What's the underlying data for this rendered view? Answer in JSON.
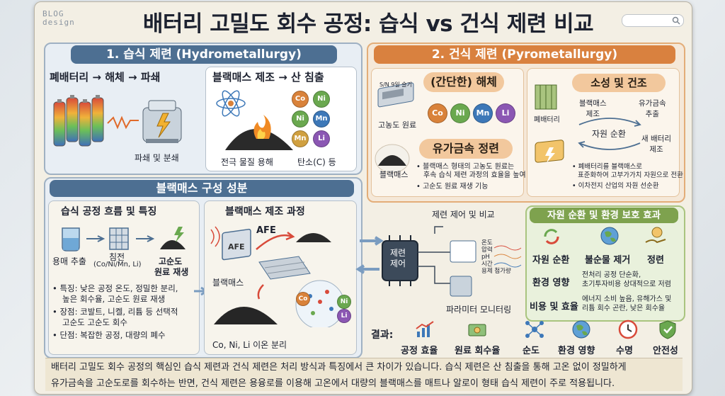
{
  "logo": {
    "line1": "BLOG",
    "line2": "design"
  },
  "title": "배터리 고밀도 회수 공정: 습식 vs 건식 제련 비교",
  "wet": {
    "header": "1. 습식 제련 (Hydrometallurgy)",
    "step1_title": "폐배터리 → 해체 → 파쇄",
    "step1_caption": "파쇄 및 분쇄",
    "step2_title": "블랙매스 제조 → 산 침출",
    "step2_caption1": "전극 물질 용해",
    "step2_caption2": "탄소(C) 등",
    "chips": [
      "Co",
      "Ni",
      "Ni",
      "Mn",
      "Mn",
      "Li"
    ]
  },
  "composition": {
    "header": "블랙매스 구성 성분",
    "flow": {
      "header": "습식 공정 흐름 및 특징",
      "s1": "용매 추출",
      "s2": "침전",
      "s2_sub": "(Co/Ni/Mn, Li)",
      "s3_l1": "고순도",
      "s3_l2": "원료 재생",
      "bullets": [
        "• 특징: 낮은 공정 온도, 정밀한 분리,",
        "높은 회수율, 고순도 원료 재생",
        "• 장점: 코발트, 니켈, 리튬 등 선택적",
        "고순도 고순도 회수",
        "• 단점: 복잡한 공정, 대량의 폐수"
      ]
    },
    "process": {
      "header": "블랙매스 제조 과정",
      "afe1": "AFE",
      "afe2": "AFE",
      "label_bm": "블랙매스",
      "caption": "Co, Ni, Li 이온 분리",
      "chips": [
        "Co",
        "Ni",
        "Li"
      ]
    }
  },
  "dry": {
    "header": "2. 건식 제련 (Pyrometallurgy)",
    "pill1": "(간단한) 해체",
    "pill2": "유가금속 정련",
    "pill3": "소성 및 건조",
    "chips": [
      "Co",
      "Ni",
      "Mn",
      "Li"
    ],
    "device_label": "S/N 9일 슬기",
    "left_caption": "고농도 원료",
    "bm_label": "블랙매스",
    "bullets": [
      "• 블랙매스 형태의 고농도 원료는",
      "후속 습식 제련 과정의 효율을 높여",
      "• 고순도 원료 재생 기능"
    ],
    "cycle": {
      "battery": "폐배터리",
      "bm_l1": "블랙매스",
      "bm_l2": "제조",
      "valuable_l1": "유가금속",
      "valuable_l2": "추출",
      "center": "자원 순환",
      "new_l1": "새 배터리",
      "new_l2": "제조"
    },
    "right_bullets": [
      "• 폐배터리를 블랙매스로",
      "표준화하여 고부가가치 자원으로 전환",
      "• 이차전지 산업의 자원 선순환"
    ]
  },
  "control": {
    "top_label": "제련 제어 및 비교",
    "chip_l1": "제련",
    "chip_l2": "제어",
    "params": [
      "온도",
      "압력",
      "pH",
      "시간",
      "용제 첨가량"
    ],
    "bottom_label": "파라미터 모니터링"
  },
  "env": {
    "header": "자원 순환 및 환경 보호 효과",
    "item1": "자원 순환",
    "item2": "불순물 제거",
    "item3": "정련",
    "row1_label": "환경 영향",
    "row1_text_l1": "전처리 공정 단순화,",
    "row1_text_l2": "초기투자비용 상대적으로 저렴",
    "row2_label": "비용 및 효율",
    "row2_text_l1": "에너지 소비 높음, 유해가스 및",
    "row2_text_l2": "리튬 회수 곤란, 낮은 회수율"
  },
  "results": {
    "label": "결과:",
    "items": [
      "공정 효율",
      "원료 회수율",
      "순도",
      "환경 영향",
      "수명",
      "안전성"
    ]
  },
  "footer": {
    "line1": "배터리 고밀도 회수 공정의 핵심인 습식 제련과 건식 제련은 처리 방식과 특징에서 큰 차이가 있습니다. 습식 제련은 산 침출을 통해 고온 없이 정밀하게",
    "line2": "유가금속을 고순도로를 회수하는  반면, 건식 제련은 용융로를 이용해 고온에서 대량의 블랙매스를 매트나 알로이 형태 습식 제련이 주로 적용됩니다."
  },
  "colors": {
    "blue_header": "#4d6f92",
    "orange_header": "#d9813f",
    "green_header": "#7ea24e",
    "chip_co": "#d9823a",
    "chip_ni": "#6aa84f",
    "chip_mn": "#3d78b8",
    "chip_li": "#8b57b3"
  }
}
